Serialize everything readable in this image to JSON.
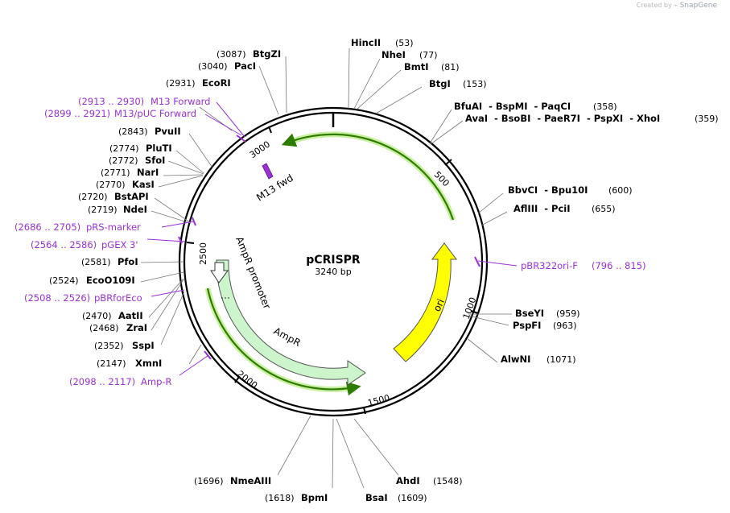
{
  "credit": {
    "prefix": "Created by",
    "brand": "SnapGene"
  },
  "plasmid": {
    "name": "pCRISPR",
    "size_label": "3240 bp"
  },
  "ticks": [
    "500",
    "1000",
    "1500",
    "2000",
    "2500",
    "3000"
  ],
  "enzymes": [
    {
      "name": "HincII",
      "pos": "(53)"
    },
    {
      "name": "NheI",
      "pos": "(77)"
    },
    {
      "name": "BmtI",
      "pos": "(81)"
    },
    {
      "name": "BtgI",
      "pos": "(153)"
    },
    {
      "name": "BfuAI  - BspMI  - PaqCI",
      "pos": "(358)"
    },
    {
      "name": "AvaI  - BsoBI  - PaeR7I  - PspXI  - XhoI",
      "pos": "(359)"
    },
    {
      "name": "BbvCI  - Bpu10I",
      "pos": "(600)"
    },
    {
      "name": "AflIII  - PciI",
      "pos": "(655)"
    },
    {
      "name": "BseYI",
      "pos": "(959)"
    },
    {
      "name": "PspFI",
      "pos": "(963)"
    },
    {
      "name": "AlwNI",
      "pos": "(1071)"
    },
    {
      "name": "AhdI",
      "pos": "(1548)"
    },
    {
      "name": "BsaI",
      "pos": "(1609)"
    },
    {
      "name": "BpmI",
      "pos": "(1618)"
    },
    {
      "name": "NmeAIII",
      "pos": "(1696)"
    },
    {
      "name": "XmnI",
      "pos": "(2147)"
    },
    {
      "name": "SspI",
      "pos": "(2352)"
    },
    {
      "name": "ZraI",
      "pos": "(2468)"
    },
    {
      "name": "AatII",
      "pos": "(2470)"
    },
    {
      "name": "EcoO109I",
      "pos": "(2524)"
    },
    {
      "name": "PfoI",
      "pos": "(2581)"
    },
    {
      "name": "NdeI",
      "pos": "(2719)"
    },
    {
      "name": "BstAPI",
      "pos": "(2720)"
    },
    {
      "name": "KasI",
      "pos": "(2770)"
    },
    {
      "name": "NarI",
      "pos": "(2771)"
    },
    {
      "name": "SfoI",
      "pos": "(2772)"
    },
    {
      "name": "PluTI",
      "pos": "(2774)"
    },
    {
      "name": "PvuII",
      "pos": "(2843)"
    },
    {
      "name": "EcoRI",
      "pos": "(2931)"
    },
    {
      "name": "PacI",
      "pos": "(3040)"
    },
    {
      "name": "BtgZI",
      "pos": "(3087)"
    }
  ],
  "primers": [
    {
      "name": "pBR322ori-F",
      "range": "(796 .. 815)"
    },
    {
      "name": "Amp-R",
      "range": "(2098 .. 2117)"
    },
    {
      "name": "pBRforEco",
      "range": "(2508 .. 2526)"
    },
    {
      "name": "pGEX 3'",
      "range": "(2564 .. 2586)"
    },
    {
      "name": "pRS-marker",
      "range": "(2686 .. 2705)"
    },
    {
      "name": "M13/pUC Forward",
      "range": "(2899 .. 2921)"
    },
    {
      "name": "M13 Forward",
      "range": "(2913 .. 2930)"
    }
  ],
  "features": [
    {
      "name": "ori",
      "color": "#ffff00"
    },
    {
      "name": "AmpR",
      "color": "#ccf5cc"
    },
    {
      "name": "AmpR promoter",
      "color": "#ffffff"
    },
    {
      "name": "M13 fwd",
      "color": "#9b30d9"
    }
  ],
  "colors": {
    "primer": "#9b30d9",
    "orf": "#2f7d00",
    "orf_glow": "#c8f0a0"
  }
}
